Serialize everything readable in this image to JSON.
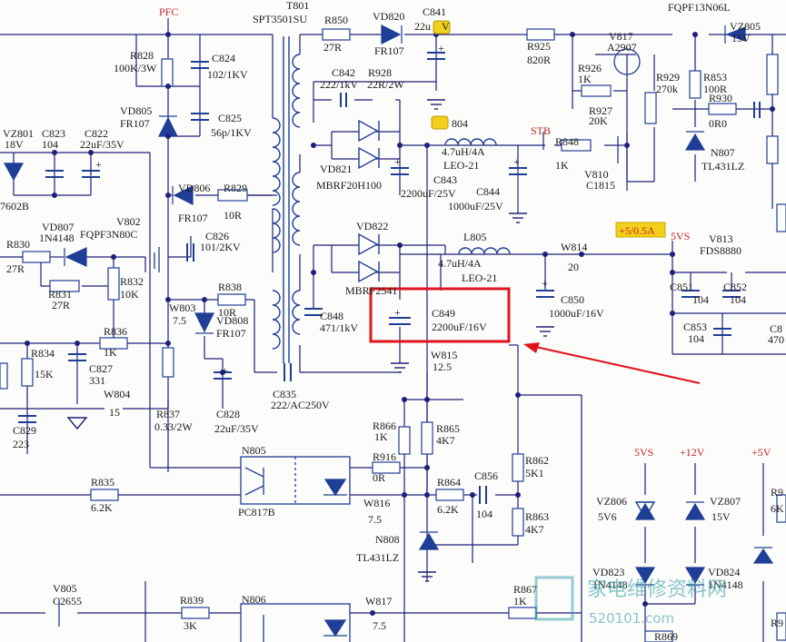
{
  "labels": {
    "PFC": "PFC",
    "T801": "T801",
    "SPT3501SU": "SPT3501SU",
    "R850": "R850",
    "R850v": "27R",
    "VD820": "VD820",
    "FR107a": "FR107",
    "C841": "C841",
    "C841v": "22u V",
    "R925": "R925",
    "R925v": "820R",
    "V817": "V817",
    "V817t": "A2907",
    "V812t": "FQPF13N06L",
    "VZ805": "VZ805",
    "VZ805v": "15V",
    "R828": "R828",
    "R828v": "100K/3W",
    "C824": "C824",
    "C824v": "102/1KV",
    "C842": "C842",
    "C842v": "222/1kV",
    "R928": "R928",
    "R928v": "22R/2W",
    "R926": "R926",
    "R926v": "1K",
    "R929": "R929",
    "R929v": "270k",
    "R853": "R853",
    "R853v": "100R",
    "R930": "R930",
    "R930v": "0R0",
    "VD805": "VD805",
    "FR107b": "FR107",
    "C825": "C825",
    "C825v": "56p/1KV",
    "L804": "804",
    "L804v": "4.7uH/4A",
    "LEO21a": "LEO-21",
    "R927": "R927",
    "R927v": "20K",
    "VZ801": "VZ801",
    "VZ801v": "18V",
    "C823": "C823",
    "C823v": "104",
    "C822": "C822",
    "C822v": "22uF/35V",
    "STB": "STB",
    "R848": "R848",
    "R848v": "1K",
    "N807": "N807",
    "N807v": "TL431LZ",
    "VD821": "VD821",
    "MBRF20H100": "MBRF20H100",
    "C843": "C843",
    "C843v": "2200uF/25V",
    "V810": "V810",
    "V810v": "C1815",
    "C844": "C844",
    "C844v": "1000uF/25V",
    "p7602B": "7602B",
    "VD806": "VD806",
    "FR107c": "FR107",
    "R829": "R829",
    "R829v": "10R",
    "VD807": "VD807",
    "VD807v": "1N4148",
    "V802": "V802",
    "V802v": "FQPF3N80C",
    "C826": "C826",
    "C826v": "101/2KV",
    "VD822": "VD822",
    "L805": "L805",
    "L805v": "4.7uH/4A",
    "LEO21b": "LEO-21",
    "W814": "W814",
    "W814v": "20",
    "plus5": "+5/0.5A",
    "S5VS": "5VS",
    "V813": "V813",
    "V813v": "FDS8880",
    "R830": "R830",
    "R830v": "27R",
    "R832": "R832",
    "R832v": "10K",
    "R831": "R831",
    "R831v": "27R",
    "R838": "R838",
    "R838v": "10R",
    "MBR": "MBRF2541",
    "C851": "C851",
    "C851v": "104",
    "C852": "C852",
    "C852v": "104",
    "W803": "W803",
    "W803v": "7.5",
    "VD808": "VD808",
    "FR107d": "FR107",
    "C848": "C848",
    "C848v": "471/1kV",
    "C849": "C849",
    "C849v": "2200uF/16V",
    "C850": "C850",
    "C850v": "1000uF/16V",
    "C853": "C853",
    "C853v": "104",
    "C8x": "C8",
    "C8xv": "470",
    "R836": "R836",
    "R836v": "1K",
    "R834": "R834",
    "R834v": "15K",
    "C827": "C827",
    "C827v": "331",
    "W815": "W815",
    "W815v": "12.5",
    "W804": "W804",
    "W804v": "15",
    "R837": "R837",
    "R837v": "0.33/2W",
    "C835": "C835",
    "C835v": "222/AC250V",
    "C828": "C828",
    "C828v": "22uF/35V",
    "C829": "C829",
    "C829v": "223",
    "R866": "R866",
    "R866v": "1K",
    "R865": "R865",
    "R865v": "4K7",
    "N805": "N805",
    "R916": "R916",
    "R916v": "0R",
    "R862": "R862",
    "R862v": "5K1",
    "R864": "R864",
    "R864v": "6.2K",
    "C856": "C856",
    "C856v": "104",
    "R835": "R835",
    "R835v": "6.2K",
    "W816": "W816",
    "W816v": "7.5",
    "PC817B": "PC817B",
    "R863": "R863",
    "R863v": "4K7",
    "N808": "N808",
    "N808v": "TL431LZ",
    "S5VS2": "5VS",
    "S12V": "+12V",
    "S5V": "+5V",
    "VZ806": "VZ806",
    "VZ806v": "5V6",
    "VZ807": "VZ807",
    "VZ807v": "15V",
    "R9x": "R9",
    "R9xv": "6K",
    "VD823": "VD823",
    "VD823v": "1N4148",
    "VD824": "VD824",
    "VD824v": "1N4148",
    "V805": "V805",
    "V805v": "C2655",
    "R839": "R839",
    "R839v": "3K",
    "N806": "N806",
    "W817": "W817",
    "W817v": "7.5",
    "R867": "R867",
    "R867v": "1K",
    "R869": "R869",
    "R9y": "R9"
  },
  "watermark": {
    "text": "家电维修资料网",
    "url": "520101.com"
  },
  "colors": {
    "line": "#1f1f7a",
    "component": "#1f3e96",
    "label": "#1a1a1a",
    "red_label": "#c0262d",
    "highlight": "#e0141e",
    "callout": "#f3d11a",
    "watermark": "#2a9aa3"
  }
}
